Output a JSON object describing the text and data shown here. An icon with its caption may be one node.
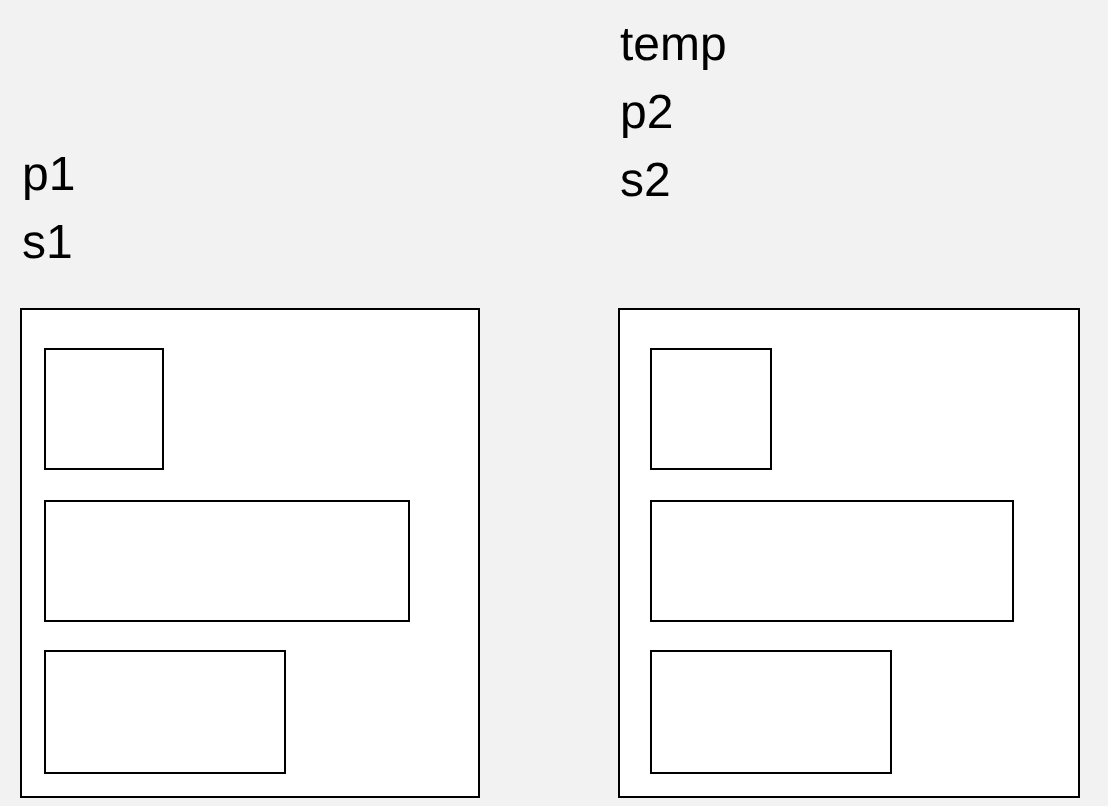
{
  "diagram": {
    "nodes": [
      {
        "text": [
          "p1",
          "s1"
        ]
      },
      {
        "text": [],
        "shape": "box",
        "in": 0
      },
      {
        "text": [],
        "shape": "box",
        "in": 0
      },
      {
        "text": [],
        "shape": "box",
        "in": 0
      },
      {
        "text": [
          "temp",
          "p2",
          "s2"
        ]
      },
      {
        "text": [],
        "shape": "box",
        "in": 4
      },
      {
        "text": [],
        "shape": "box",
        "in": 4
      },
      {
        "text": [],
        "shape": "box",
        "in": 4
      }
    ]
  }
}
